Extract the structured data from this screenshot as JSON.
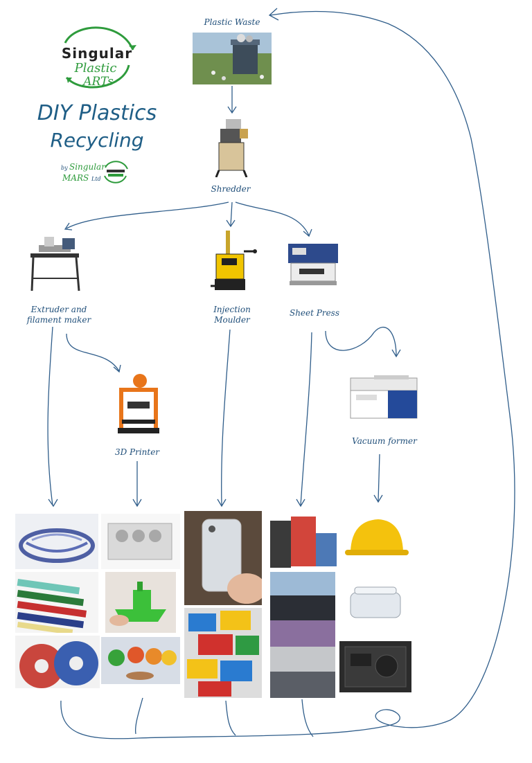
{
  "logo": {
    "brand_line1": "Singular",
    "brand_line2": "Plastic",
    "brand_line3": "ARTs",
    "title_line1": "DIY Plastics",
    "title_line2": "Recycling",
    "by_prefix": "by",
    "byline_name1": "Singular",
    "byline_name2": "MARS",
    "byline_suffix": "Ltd",
    "colors": {
      "green": "#2e9b3c",
      "navy": "#1f4e79",
      "title": "#1f5e86"
    }
  },
  "nodes": {
    "plastic_waste": "Plastic Waste",
    "shredder": "Shredder",
    "extruder_line1": "Extruder and",
    "extruder_line2": "filament maker",
    "injection_line1": "Injection",
    "injection_line2": "Moulder",
    "sheet_press": "Sheet Press",
    "printer_3d": "3D Printer",
    "vacuum_former": "Vacuum former"
  },
  "colors": {
    "arrow": "#2f5d8a",
    "label": "#1f4e79"
  },
  "products": {
    "extruder": [
      "woven basket",
      "coloured plastic bars",
      "filament spools"
    ],
    "printer": [
      "engine block print",
      "green boat print",
      "figurine prints"
    ],
    "injection": [
      "phone case",
      "toy bricks"
    ],
    "sheet": [
      "clipboards",
      "recycled sheets"
    ],
    "vacuum": [
      "hard hat",
      "clear food container",
      "black tray"
    ]
  }
}
